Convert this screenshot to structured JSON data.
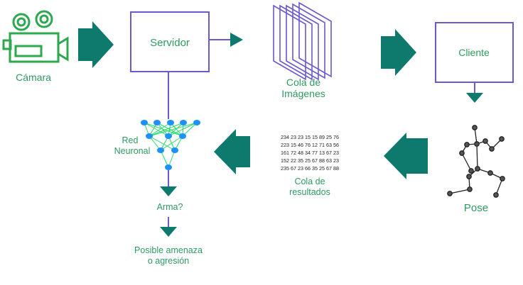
{
  "labels": {
    "camera": "Cámara",
    "server": "Servidor",
    "image_queue_line1": "Cola de",
    "image_queue_line2": "Imágenes",
    "client": "Cliente",
    "neural_net_line1": "Red",
    "neural_net_line2": "Neuronal",
    "results_queue_line1": "Cola de",
    "results_queue_line2": "resultados",
    "pose": "Pose",
    "weapon_question": "Arma?",
    "threat_line1": "Posible amenaza",
    "threat_line2": "o agresión"
  },
  "results_matrix": [
    "234 23 23 15 15 89 25 76",
    "223 15 46 76 12 71 63 56",
    "161 72 48 34 77 13 67 23",
    "152 22 35 25 67 88 63 23",
    "235 67 23 66 35 25 67 88"
  ],
  "colors": {
    "box_stroke": "#6a5acd",
    "arrow_fill": "#0e7a6e",
    "label_green": "#2e9a5e",
    "camera_fill": "#2ea84e",
    "neuron_fill": "#1e90ff",
    "neuron_link": "#22dd66",
    "pose_joint": "#555555"
  }
}
